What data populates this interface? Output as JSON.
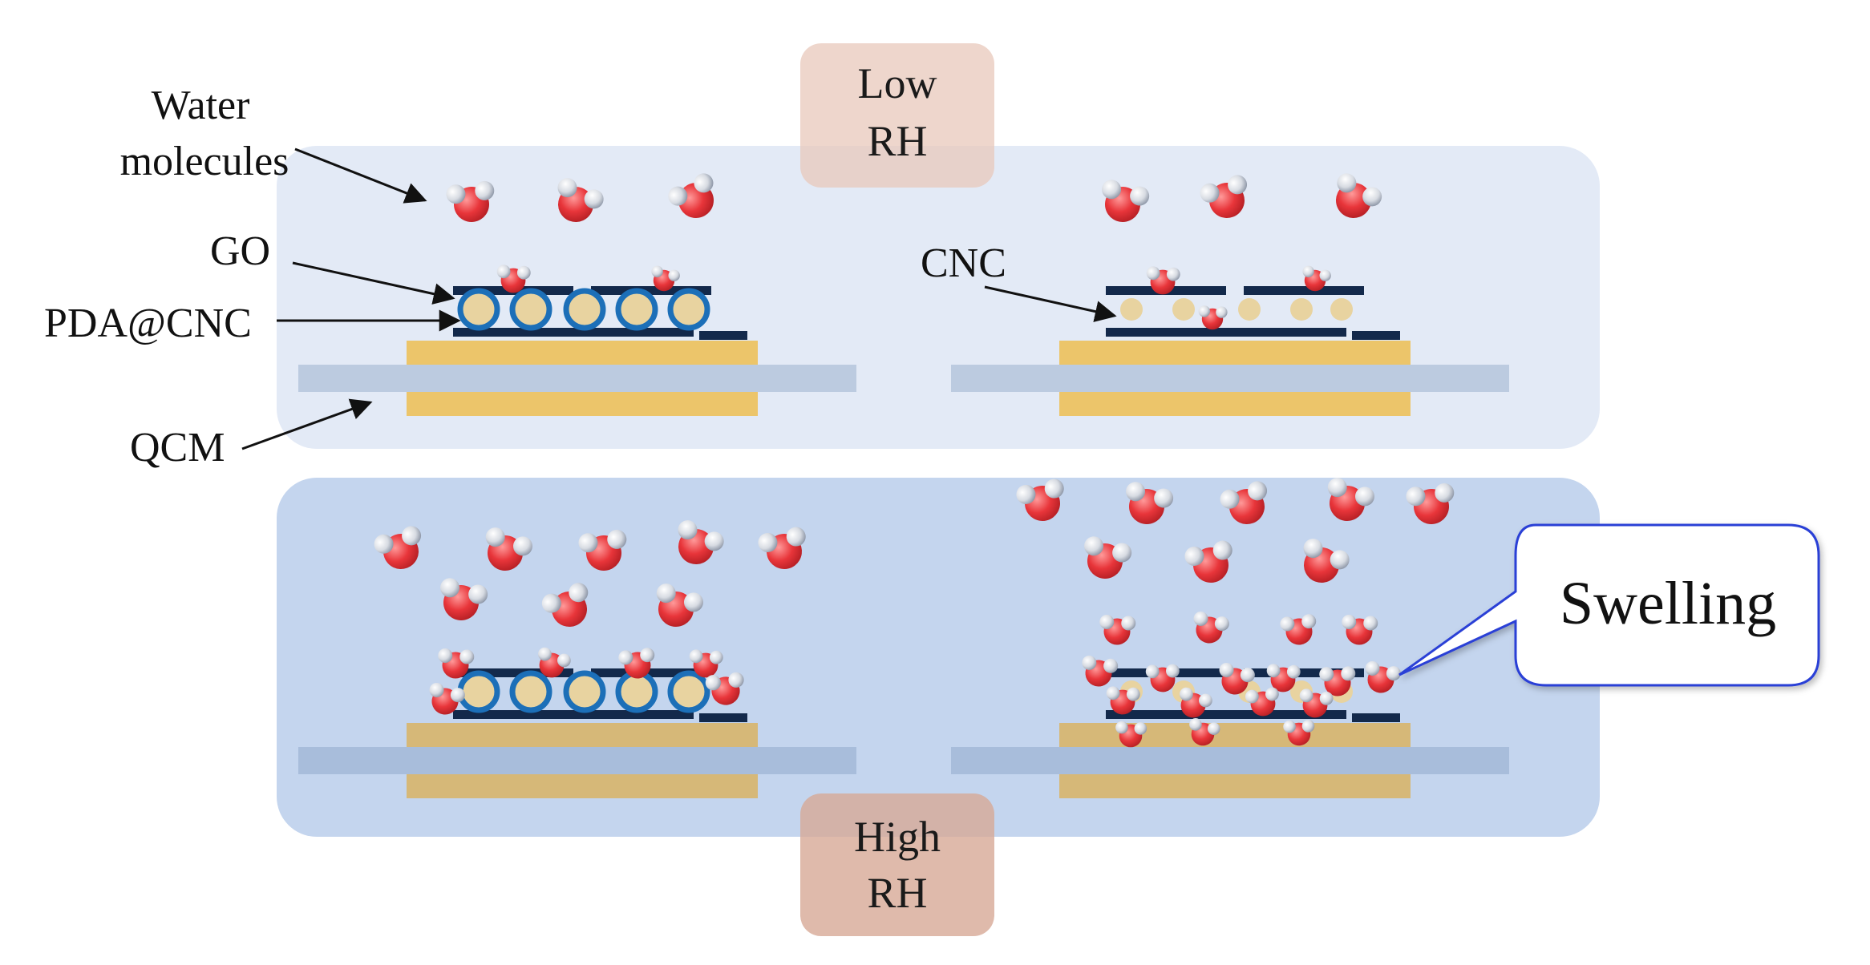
{
  "labels": {
    "water": [
      "Water",
      "molecules"
    ],
    "go": "GO",
    "pda_cnc": "PDA@CNC",
    "qcm": "QCM",
    "cnc": "CNC"
  },
  "conditions": {
    "low": [
      "Low",
      "RH"
    ],
    "high": [
      "High",
      "RH"
    ]
  },
  "callout": "Swelling",
  "colors": {
    "low_panel": "#e3eaf6",
    "high_panel": "#c4d5ee",
    "rh_box_low": "#f2d9cf",
    "rh_box_high": "#dcb9ab",
    "electrode": "#ecc56a",
    "electrode_high": "#d6b878",
    "quartz": "#bccbe0",
    "go_sheet": "#13294b",
    "pda_ring": "#1c6fb8",
    "cnc_core": "#e8d3a0",
    "water_oxygen": "#e8353a",
    "water_hydrogen": "#d7dbe2",
    "callout_border": "#2b3fd6"
  }
}
